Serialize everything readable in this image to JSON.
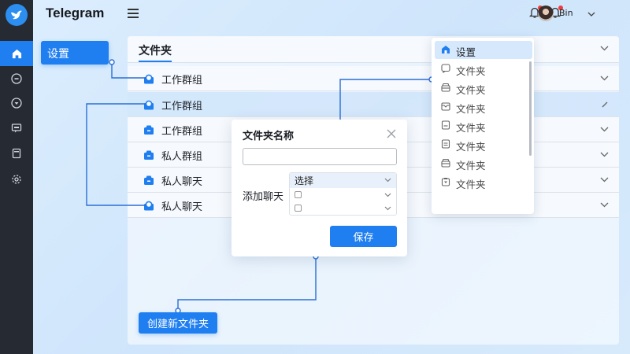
{
  "app": {
    "title": "Telegram"
  },
  "rail": {
    "items": [
      {
        "icon": "home-icon",
        "active": true
      },
      {
        "icon": "minus-circle-icon",
        "active": false
      },
      {
        "icon": "chevron-down-circle-icon",
        "active": false
      },
      {
        "icon": "chat-monitor-icon",
        "active": false
      },
      {
        "icon": "document-icon",
        "active": false
      },
      {
        "icon": "gear-icon",
        "active": false
      }
    ]
  },
  "topbar": {
    "menu_icon": "hamburger-icon",
    "notifications": [
      {
        "icon": "bell-icon",
        "has_badge": true
      },
      {
        "icon": "bell-icon",
        "has_badge": true
      }
    ],
    "user": {
      "name": "Bin",
      "avatar": "avatar"
    }
  },
  "sidebar": {
    "settings_label": "设置"
  },
  "panel": {
    "title": "文件夹",
    "rows": [
      {
        "label": "工作群组",
        "icon": "lock-camera-icon",
        "chevron": "chevron-down",
        "selected": false
      },
      {
        "label": "工作群组",
        "icon": "lock-camera-icon",
        "chevron": "edit-slash",
        "selected": true
      },
      {
        "label": "工作群组",
        "icon": "briefcase-icon",
        "chevron": "chevron-down",
        "selected": false
      },
      {
        "label": "私人群组",
        "icon": "briefcase-icon",
        "chevron": "chevron-down",
        "selected": false
      },
      {
        "label": "私人聊天",
        "icon": "briefcase-icon",
        "chevron": "chevron-down",
        "selected": false
      },
      {
        "label": "私人聊天",
        "icon": "lock-camera-icon",
        "chevron": "chevron-down",
        "selected": false
      }
    ]
  },
  "dialog": {
    "title": "文件夹名称",
    "name_input": {
      "value": "",
      "placeholder": ""
    },
    "add_chat_label": "添加聊天",
    "select": {
      "header": "选择",
      "options": [
        {
          "checked": false,
          "label": ""
        },
        {
          "checked": false,
          "label": ""
        }
      ]
    },
    "save_label": "保存"
  },
  "dropdown": {
    "items": [
      {
        "label": "设置",
        "icon": "home-icon",
        "active": true
      },
      {
        "label": "文件夹",
        "icon": "chat-bubble-icon",
        "active": false
      },
      {
        "label": "文件夹",
        "icon": "box-icon",
        "active": false
      },
      {
        "label": "文件夹",
        "icon": "inbox-icon",
        "active": false
      },
      {
        "label": "文件夹",
        "icon": "note-icon",
        "active": false
      },
      {
        "label": "文件夹",
        "icon": "note-icon",
        "active": false
      },
      {
        "label": "文件夹",
        "icon": "box-icon",
        "active": false
      },
      {
        "label": "文件夹",
        "icon": "clipboard-icon",
        "active": false
      }
    ]
  },
  "create_folder_label": "创建新文件夹",
  "colors": {
    "accent": "#1f7ef0",
    "rail_bg": "#262a33",
    "badge": "#ef3b3b",
    "connector": "#2a6fd6"
  }
}
